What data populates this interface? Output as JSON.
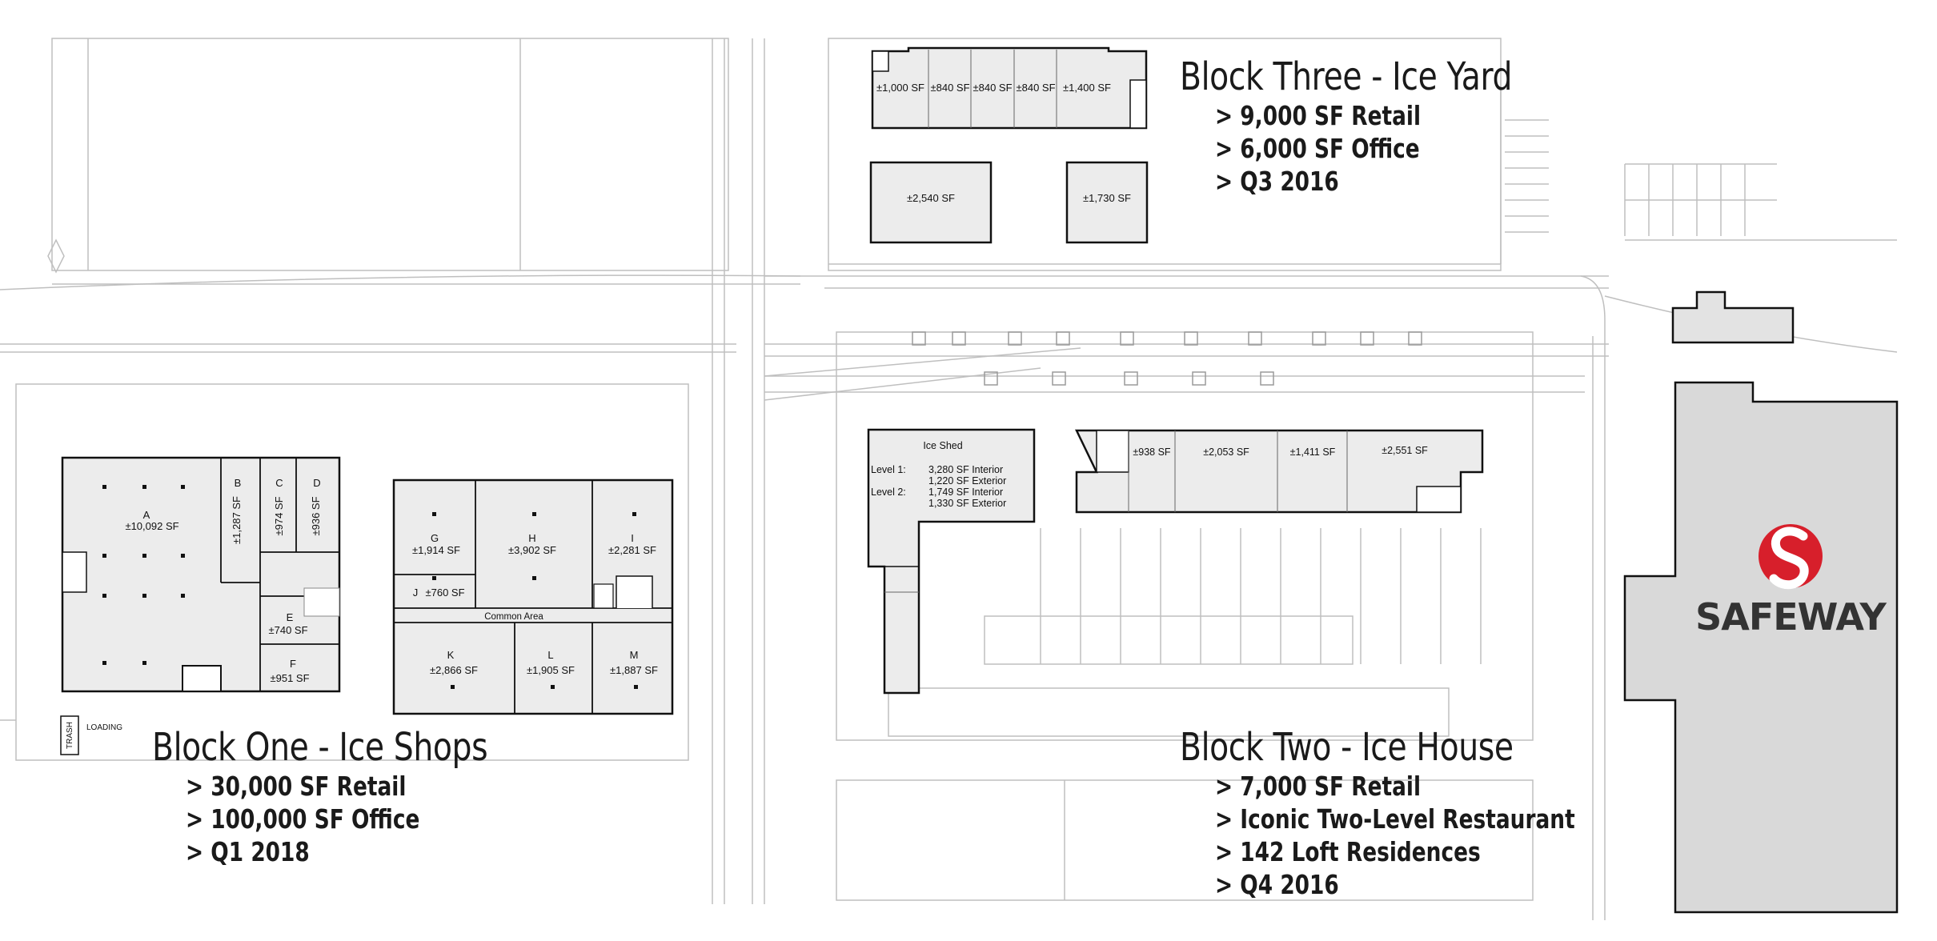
{
  "blocks": {
    "one": {
      "title": "Block One - Ice Shops",
      "items": [
        "> 30,000 SF Retail",
        "> 100,000 SF Office",
        "> Q1 2018"
      ]
    },
    "two": {
      "title": "Block Two - Ice House",
      "items": [
        "> 7,000 SF Retail",
        "> Iconic Two-Level Restaurant",
        "> 142 Loft Residences",
        "> Q4 2016"
      ]
    },
    "three": {
      "title": "Block Three - Ice Yard",
      "items": [
        "> 9,000 SF Retail",
        "> 6,000 SF Office",
        "> Q3 2016"
      ]
    }
  },
  "block_one_units": {
    "a_letter": "A",
    "a_sf": "±10,092 SF",
    "b_letter": "B",
    "b_sf": "±1,287 SF",
    "c_letter": "C",
    "c_sf": "±974 SF",
    "d_letter": "D",
    "d_sf": "±936 SF",
    "e_letter": "E",
    "e_sf": "±740 SF",
    "f_letter": "F",
    "f_sf": "±951 SF",
    "g_letter": "G",
    "g_sf": "±1,914 SF",
    "h_letter": "H",
    "h_sf": "±3,902 SF",
    "i_letter": "I",
    "i_sf": "±2,281 SF",
    "j_letter": "J",
    "j_sf": "±760 SF",
    "k_letter": "K",
    "k_sf": "±2,866 SF",
    "l_letter": "L",
    "l_sf": "±1,905 SF",
    "m_letter": "M",
    "m_sf": "±1,887 SF",
    "common_area": "Common Area",
    "trash": "TRASH",
    "loading": "LOADING"
  },
  "block_three_units": {
    "u1": "±1,000 SF",
    "u2": "±840 SF",
    "u3": "±840 SF",
    "u4": "±840 SF",
    "u5": "±1,400 SF",
    "pad_a": "±2,540 SF",
    "pad_b": "±1,730 SF"
  },
  "block_two_units": {
    "ice_shed_title": "Ice Shed",
    "level1_label": "Level 1:",
    "level1_interior": "3,280 SF Interior",
    "level1_exterior": "1,220 SF Exterior",
    "level2_label": "Level 2:",
    "level2_interior": "1,749 SF Interior",
    "level2_exterior": "1,330 SF Exterior",
    "r1": "±938 SF",
    "r2": "±2,053 SF",
    "r3": "±1,411 SF",
    "r4": "±2,551 SF"
  },
  "anchor": {
    "name": "SAFEWAY",
    "logo_color": "#d71f2b",
    "building_fill": "#d9d9d9"
  },
  "colors": {
    "unit_fill": "#ececec",
    "outline": "#111111",
    "linework": "#bdbdbd"
  }
}
